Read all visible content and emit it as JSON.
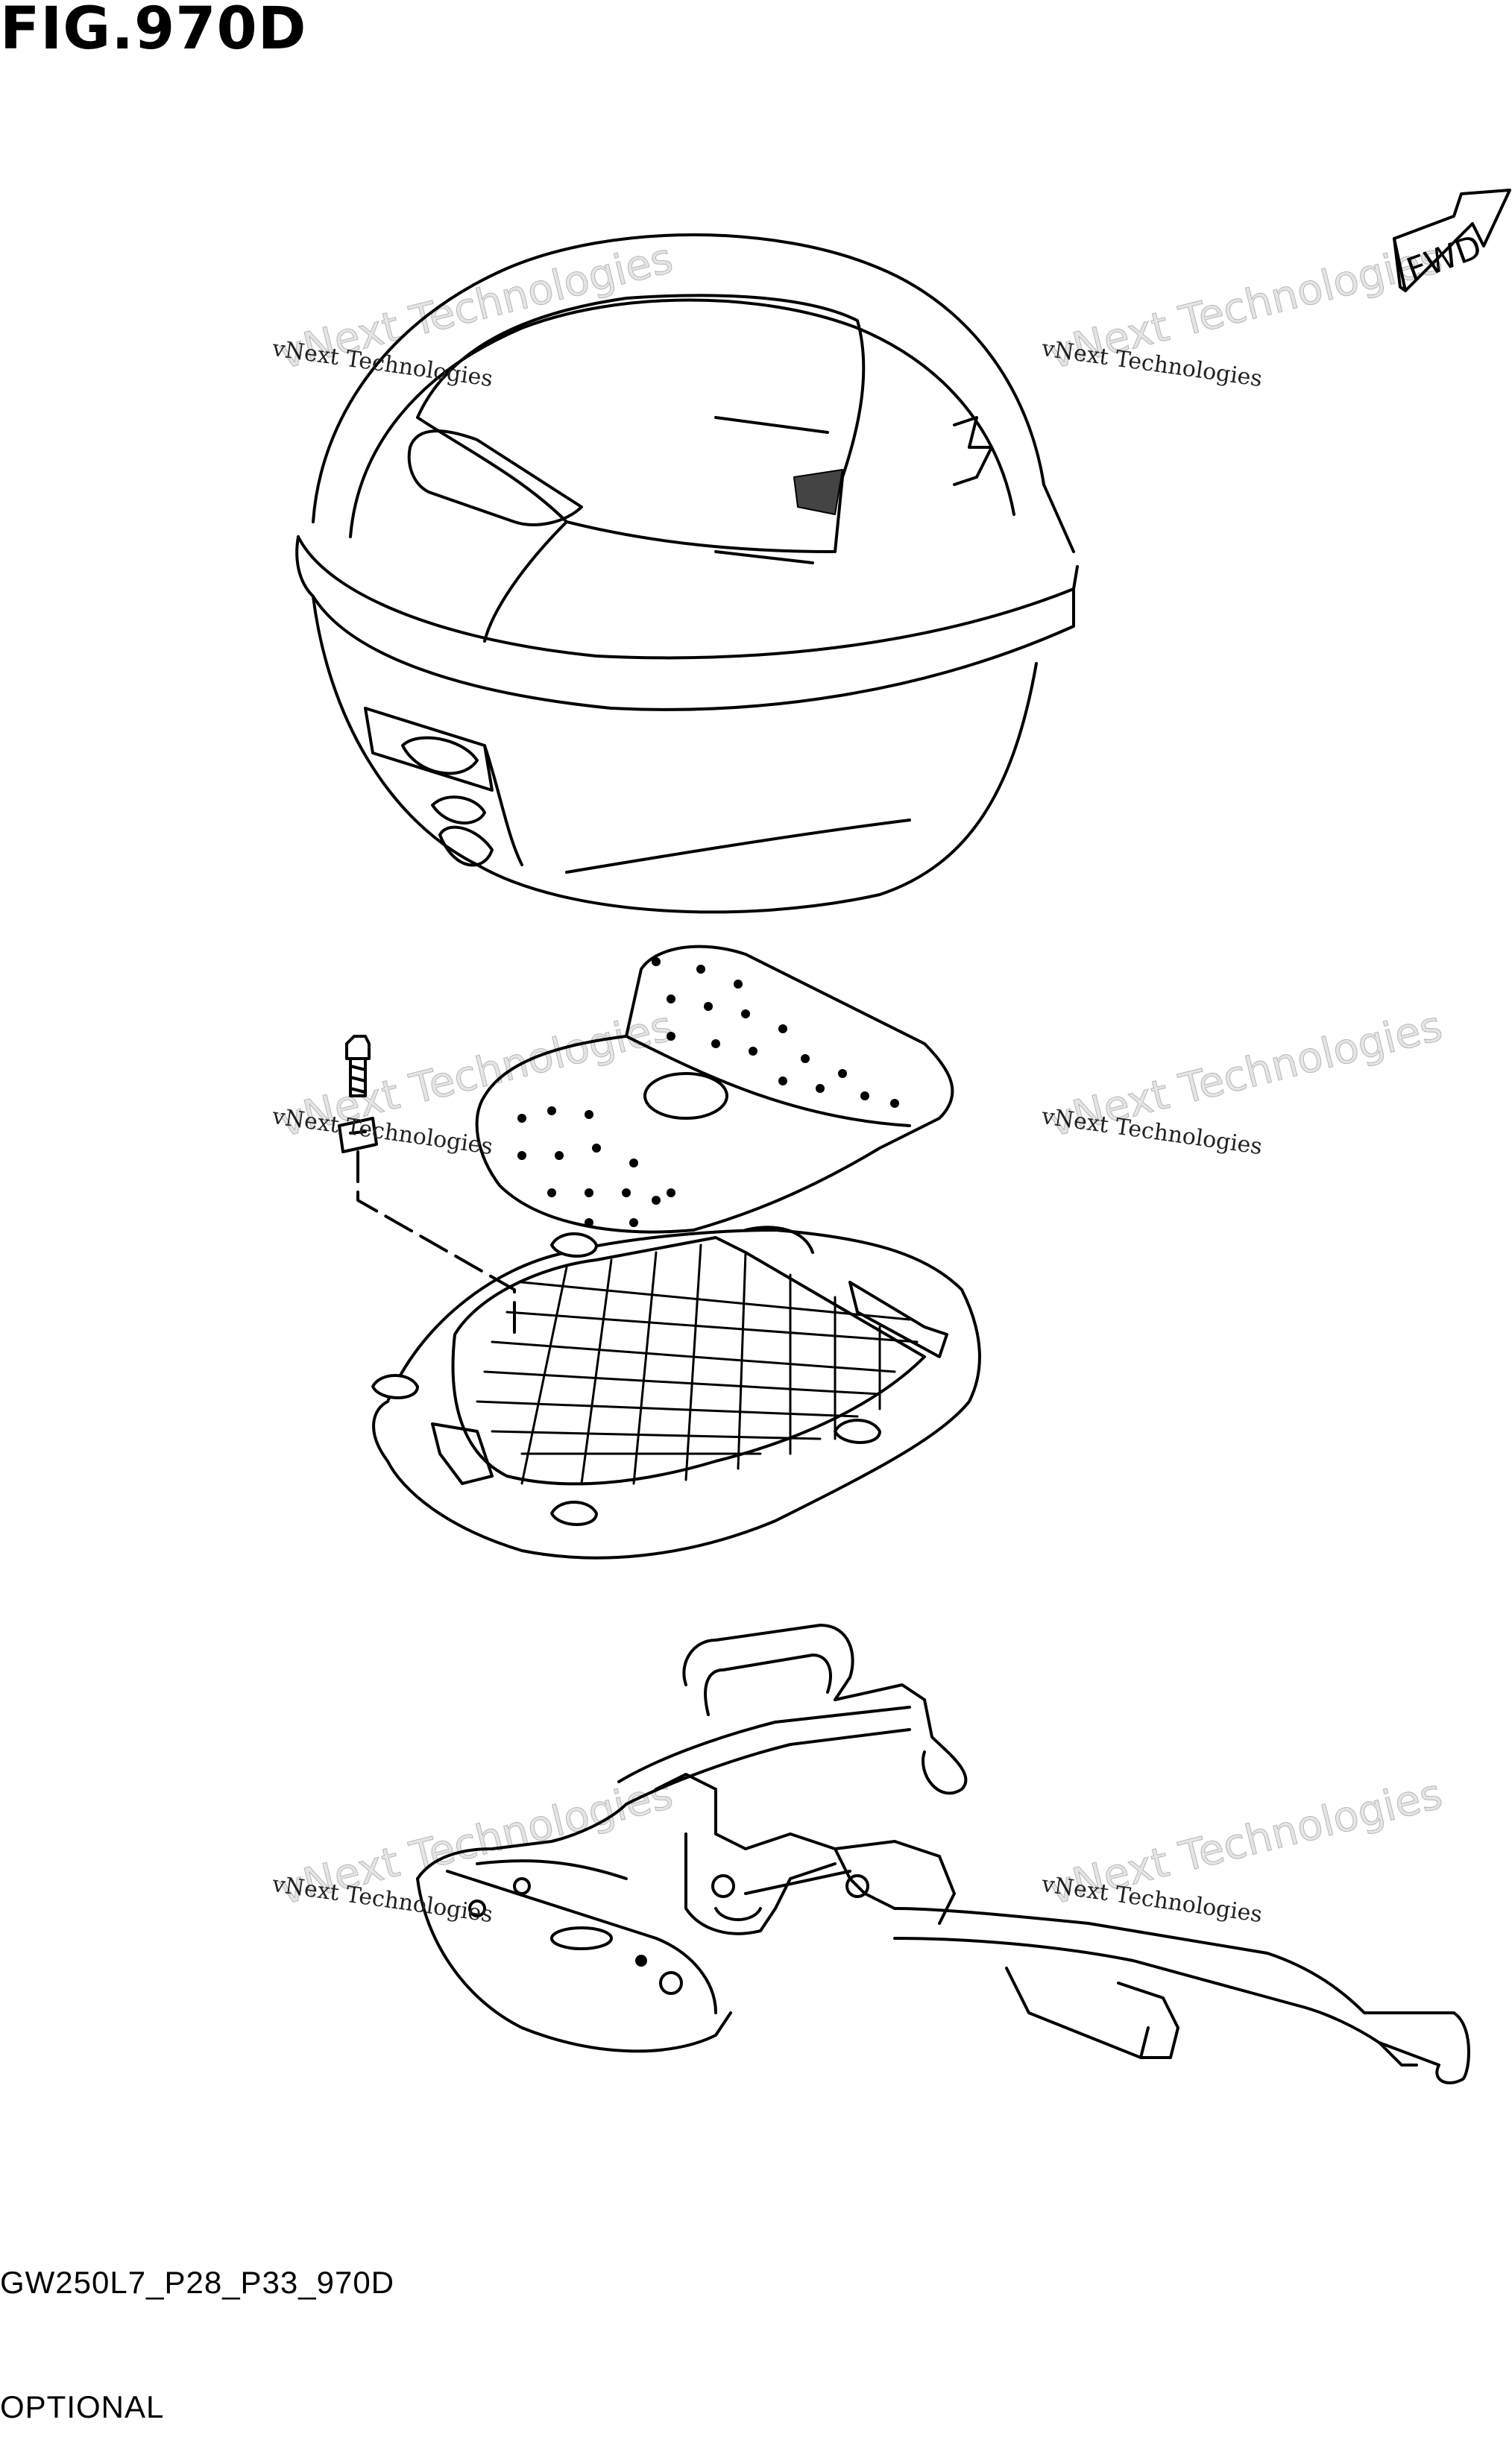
{
  "figure": {
    "title": "FIG.970D",
    "code": "GW250L7_P28_P33_970D",
    "subtitle": "OPTIONAL"
  },
  "direction_marker": {
    "label": "FWD"
  },
  "watermarks": [
    {
      "line1": "vNext Technologies",
      "line2": "vNext Technologies"
    },
    {
      "line1": "vNext Technologies",
      "line2": "vNext Technologies"
    },
    {
      "line1": "vNext Technologies",
      "line2": "vNext Technologies"
    },
    {
      "line1": "vNext Technologies",
      "line2": "vNext Technologies"
    },
    {
      "line1": "vNext Technologies",
      "line2": "vNext Technologies"
    },
    {
      "line1": "vNext Technologies",
      "line2": "vNext Technologies"
    }
  ]
}
